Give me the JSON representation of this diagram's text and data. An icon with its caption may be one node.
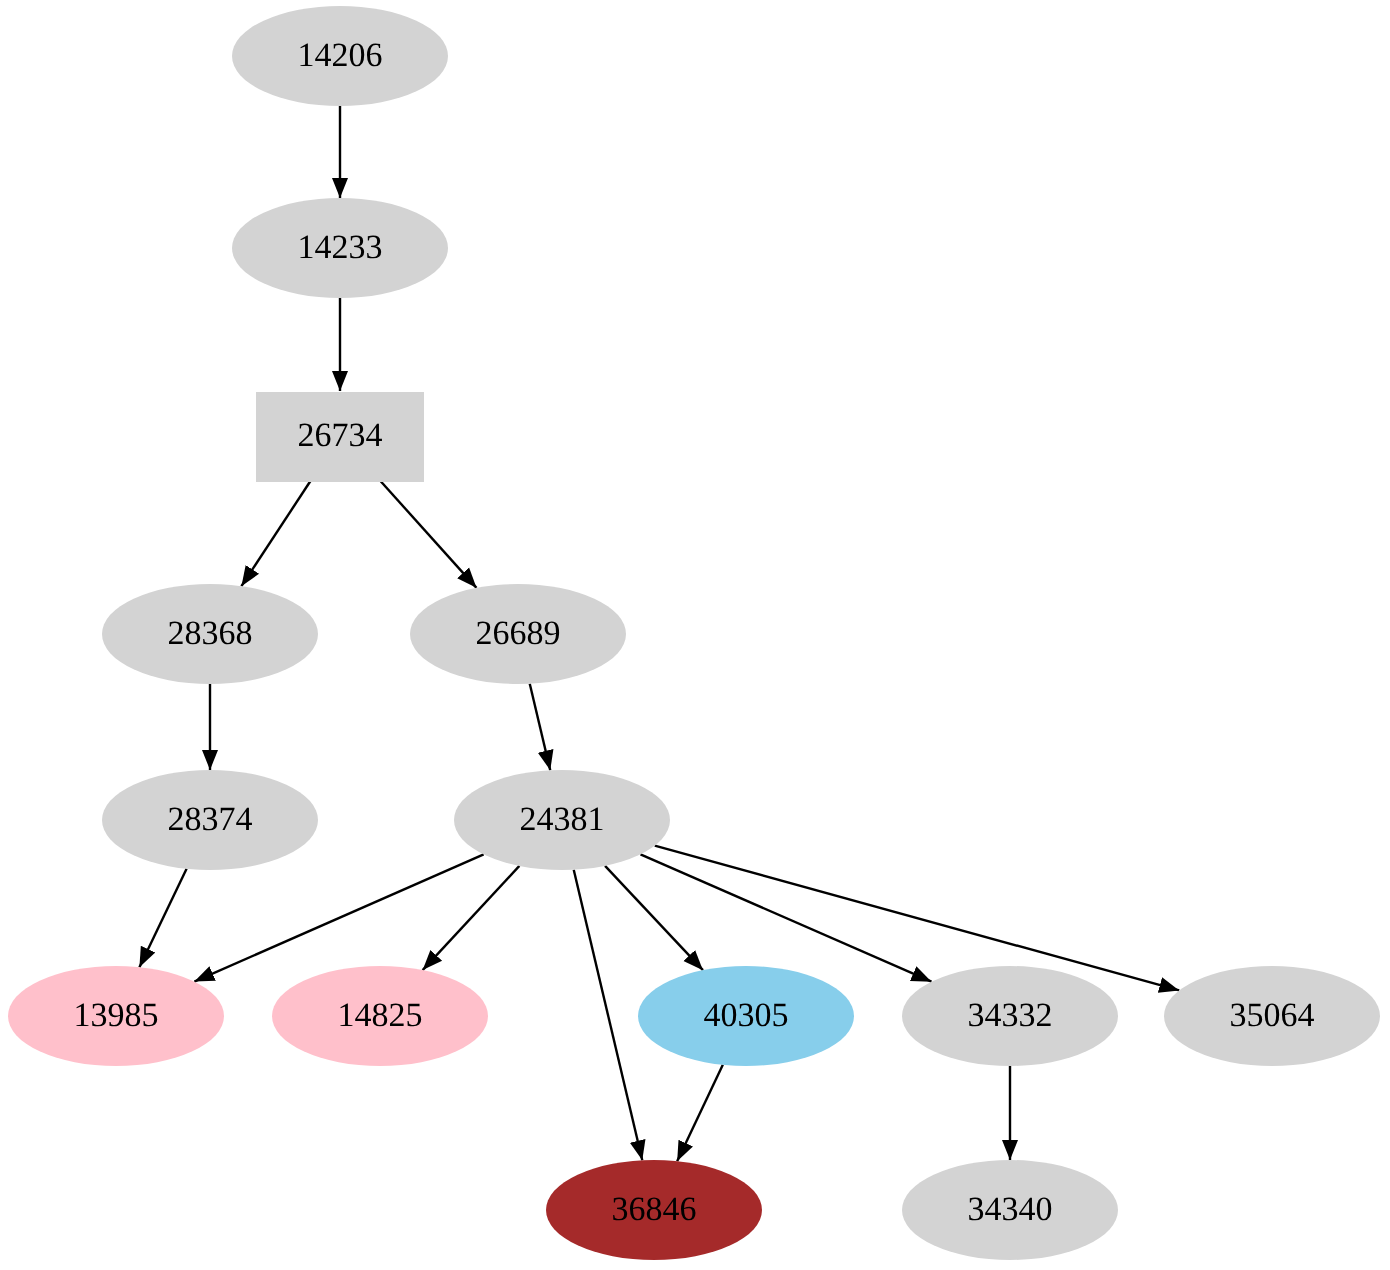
{
  "diagram": {
    "nodes": [
      {
        "text": [
          "14206"
        ]
      },
      {
        "text": [
          "14233"
        ]
      },
      {
        "text": [
          "26734"
        ]
      },
      {
        "text": [
          "28368"
        ]
      },
      {
        "text": [
          "26689"
        ]
      },
      {
        "text": [
          "28374"
        ]
      },
      {
        "text": [
          "24381"
        ]
      },
      {
        "text": [
          "13985"
        ]
      },
      {
        "text": [
          "14825"
        ]
      },
      {
        "text": [
          "40305"
        ]
      },
      {
        "text": [
          "34332"
        ]
      },
      {
        "text": [
          "35064"
        ]
      },
      {
        "text": [
          "36846"
        ]
      },
      {
        "text": [
          "34340"
        ]
      }
    ],
    "edges": [
      {
        "from": 0,
        "to": 1,
        "arrow": "to"
      },
      {
        "from": 1,
        "to": 2,
        "arrow": "to"
      },
      {
        "from": 2,
        "to": 3,
        "arrow": "to"
      },
      {
        "from": 2,
        "to": 4,
        "arrow": "to"
      },
      {
        "from": 4,
        "to": 6,
        "arrow": "to"
      },
      {
        "from": 3,
        "to": 5,
        "arrow": "to"
      },
      {
        "from": 5,
        "to": 7,
        "arrow": "to"
      },
      {
        "from": 6,
        "to": 7,
        "arrow": "to"
      },
      {
        "from": 6,
        "to": 8,
        "arrow": "to"
      },
      {
        "from": 6,
        "to": 12,
        "arrow": "to"
      },
      {
        "from": 6,
        "to": 9,
        "arrow": "to"
      },
      {
        "from": 6,
        "to": 10,
        "arrow": "to"
      },
      {
        "from": 6,
        "to": 11,
        "arrow": "to"
      },
      {
        "from": 9,
        "to": 12,
        "arrow": "to"
      },
      {
        "from": 10,
        "to": 13,
        "arrow": "to"
      }
    ]
  }
}
